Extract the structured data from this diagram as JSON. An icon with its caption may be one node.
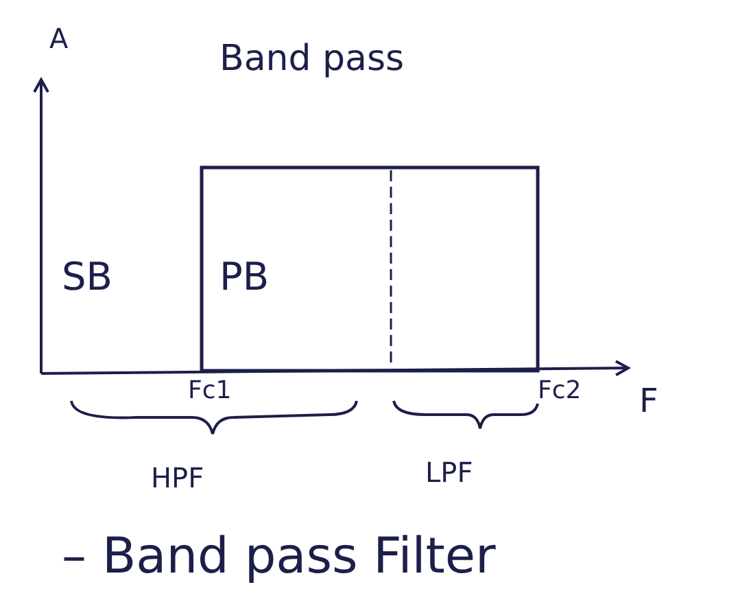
{
  "diagram": {
    "title": "Band pass",
    "caption": "– Band pass Filter",
    "labels": [
      "A",
      "SB",
      "PB",
      "Fc1",
      "Fc2",
      "F",
      "HPF",
      "LPF"
    ]
  }
}
